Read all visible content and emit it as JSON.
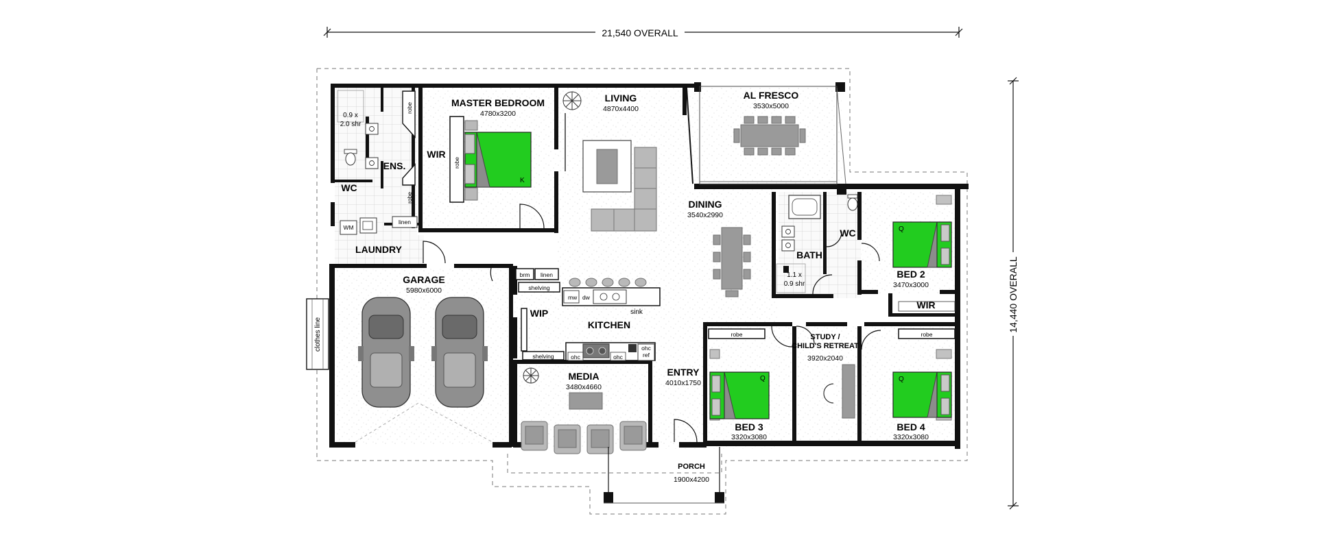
{
  "overall": {
    "width": "21,540 OVERALL",
    "depth": "14,440 OVERALL"
  },
  "rooms": {
    "master_bedroom": {
      "name": "MASTER BEDROOM",
      "dim": "4780x3200"
    },
    "living": {
      "name": "LIVING",
      "dim": "4870x4400"
    },
    "alfresco": {
      "name": "AL FRESCO",
      "dim": "3530x5000"
    },
    "ensuite": {
      "name": "ENS."
    },
    "wc_ensuite": {
      "name": "WC"
    },
    "wir_master": {
      "name": "WIR"
    },
    "laundry": {
      "name": "LAUNDRY"
    },
    "garage": {
      "name": "GARAGE",
      "dim": "5980x6000"
    },
    "dining": {
      "name": "DINING",
      "dim": "3540x2990"
    },
    "bath": {
      "name": "BATH"
    },
    "wc_main": {
      "name": "WC"
    },
    "bed2": {
      "name": "BED 2",
      "dim": "3470x3000"
    },
    "wir_bed2": {
      "name": "WIR"
    },
    "wip": {
      "name": "WIP"
    },
    "kitchen": {
      "name": "KITCHEN"
    },
    "media": {
      "name": "MEDIA",
      "dim": "3480x4660"
    },
    "entry": {
      "name": "ENTRY",
      "dim": "4010x1750"
    },
    "bed3": {
      "name": "BED 3",
      "dim": "3320x3080"
    },
    "study": {
      "name_line1": "STUDY /",
      "name_line2": "CHILD'S RETREAT",
      "dim": "3920x2040"
    },
    "bed4": {
      "name": "BED 4",
      "dim": "3320x3080"
    },
    "porch": {
      "name": "PORCH",
      "dim": "1900x4200"
    }
  },
  "fixtures": {
    "shower_ens_1": "0.9 x",
    "shower_ens_2": "2.0 shr",
    "shower_bath_1": "1.1 x",
    "shower_bath_2": "0.9 shr",
    "robe": "robe",
    "wm": "WM",
    "linen": "linen",
    "brm": "brm",
    "shelving": "shelving",
    "mw": "mw",
    "dw": "dw",
    "sink": "sink",
    "ohc": "ohc",
    "ohc_ref_1": "ohc",
    "ohc_ref_2": "ref",
    "clothes_line": "clothes line",
    "bed_king": "K",
    "bed_queen": "Q"
  },
  "colors": {
    "wall": "#111111",
    "bed": "#22cc1f",
    "furniture": "#9a9a9a",
    "dash": "#777777"
  }
}
